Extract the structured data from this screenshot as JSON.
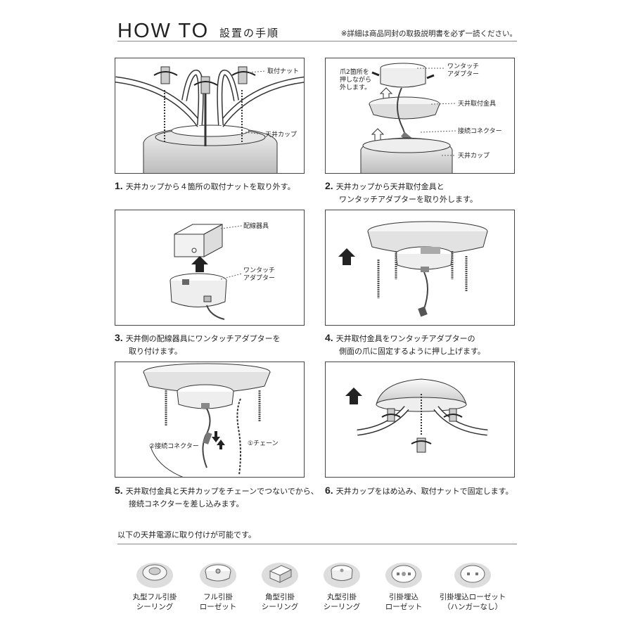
{
  "header": {
    "title": "HOW TO",
    "subtitle": "設置の手順",
    "note": "※詳細は商品同封の取扱説明書を必ず一読ください。"
  },
  "steps": [
    {
      "num": "1.",
      "line1": "天井カップから４箇所の取付ナットを取り外す。",
      "line2": "",
      "labels": {
        "nut": "取付ナット",
        "cup": "天井カップ"
      }
    },
    {
      "num": "2.",
      "line1": "天井カップから天井取付金具と",
      "line2": "ワンタッチアダプターを取り外します。",
      "labels": {
        "claw1": "爪2箇所を",
        "claw2": "押しながら",
        "claw3": "外します。",
        "adapter1": "ワンタッチ",
        "adapter2": "アダプター",
        "bracket": "天井取付金具",
        "connector": "接続コネクター",
        "cup": "天井カップ"
      }
    },
    {
      "num": "3.",
      "line1": "天井側の配線器具にワンタッチアダプターを",
      "line2": "取り付けます。",
      "labels": {
        "fixture": "配線器具",
        "adapter1": "ワンタッチ",
        "adapter2": "アダプター"
      }
    },
    {
      "num": "4.",
      "line1": "天井取付金具をワンタッチアダプターの",
      "line2": "側面の爪に固定するように押し上げます。",
      "labels": {}
    },
    {
      "num": "5.",
      "line1": "天井取付金具と天井カップをチェーンでつないでから、",
      "line2": "接続コネクターを差し込みます。",
      "labels": {
        "connector": "②接続コネクター",
        "chain": "①チェーン"
      }
    },
    {
      "num": "6.",
      "line1": "天井カップをはめ込み、取付ナットで固定します。",
      "line2": "",
      "labels": {}
    }
  ],
  "footer": {
    "intro": "以下の天井電源に取り付けが可能です。",
    "items": [
      {
        "line1": "丸型フル引掛",
        "line2": "シーリング",
        "icon": "round-full-ceiling-icon"
      },
      {
        "line1": "フル引掛",
        "line2": "ローゼット",
        "icon": "full-rosette-icon"
      },
      {
        "line1": "角型引掛",
        "line2": "シーリング",
        "icon": "square-ceiling-icon"
      },
      {
        "line1": "丸型引掛",
        "line2": "シーリング",
        "icon": "round-ceiling-icon"
      },
      {
        "line1": "引掛埋込",
        "line2": "ローゼット",
        "icon": "embedded-rosette-icon"
      },
      {
        "line1": "引掛埋込ローゼット",
        "line2": "（ハンガーなし）",
        "icon": "embedded-rosette-no-hanger-icon"
      }
    ]
  }
}
